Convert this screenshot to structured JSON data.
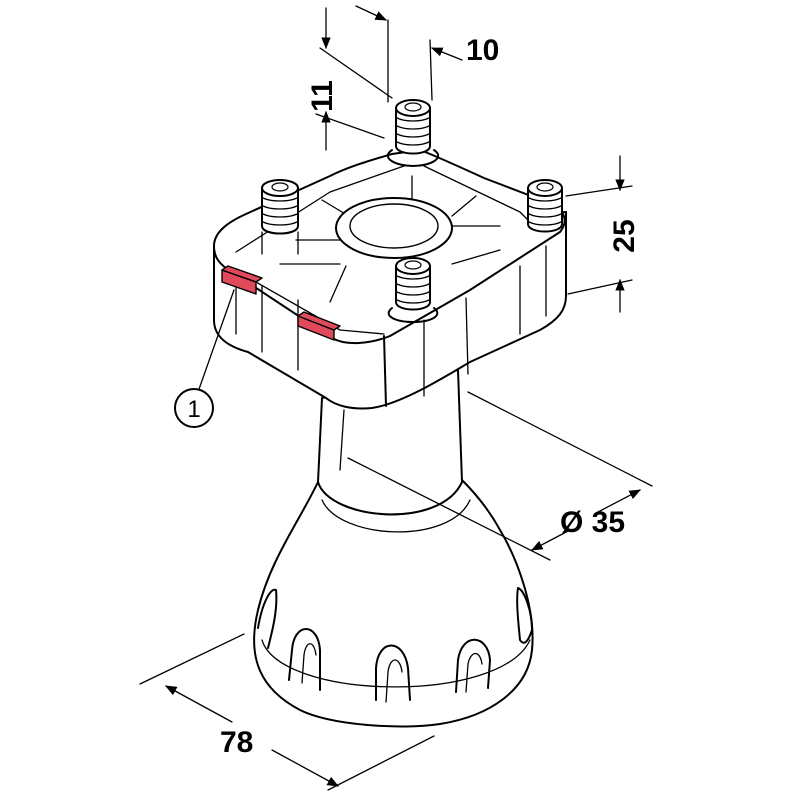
{
  "dimensions": {
    "stud_height": "11",
    "stud_diameter": "10",
    "plate_height": "25",
    "column_diameter": "Ø 35",
    "foot_diameter": "78"
  },
  "callouts": {
    "clip_marker": "1"
  },
  "colors": {
    "line": "#000000",
    "background": "#ffffff",
    "clip_accent": "#e04a5a"
  }
}
